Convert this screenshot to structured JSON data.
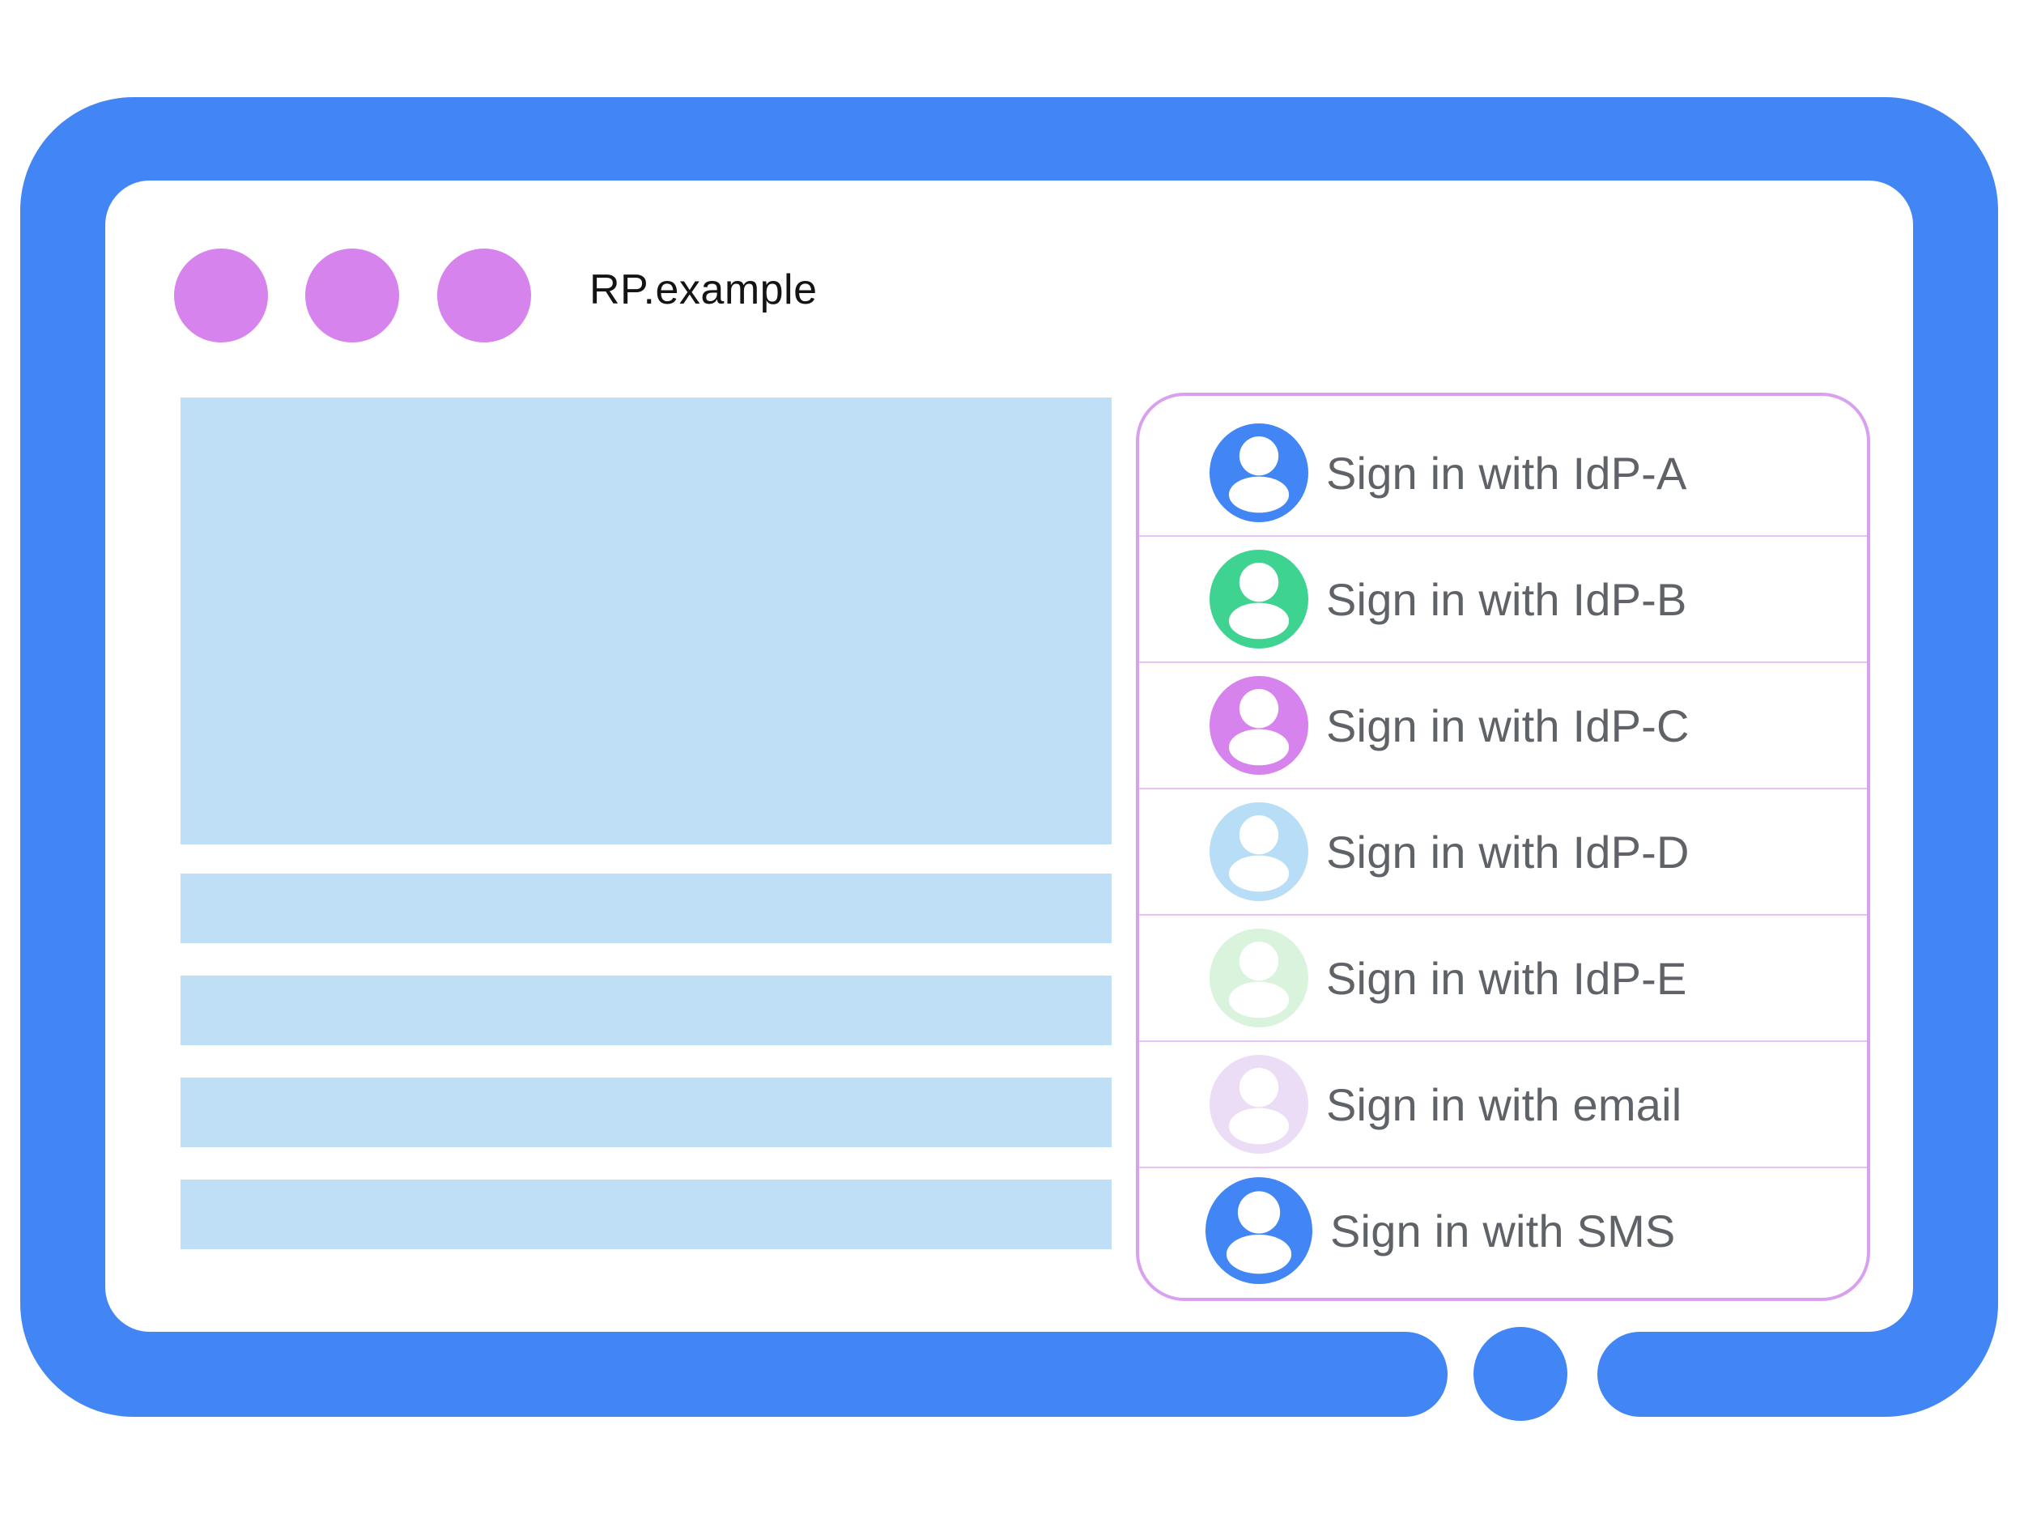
{
  "window": {
    "title": "RP.example",
    "dots": [
      {
        "name": "window-dot-1"
      },
      {
        "name": "window-dot-2"
      },
      {
        "name": "window-dot-3"
      }
    ]
  },
  "content": {
    "placeholders": [
      "hero-block",
      "text-line",
      "text-line",
      "text-line",
      "text-line"
    ]
  },
  "signin_panel": {
    "options": [
      {
        "label": "Sign in with IdP-A",
        "icon": "user-avatar-icon",
        "avatar_color": "#4285f4",
        "large": false
      },
      {
        "label": "Sign in with IdP-B",
        "icon": "user-avatar-icon",
        "avatar_color": "#3fd392",
        "large": false
      },
      {
        "label": "Sign in with IdP-C",
        "icon": "user-avatar-icon",
        "avatar_color": "#d783ee",
        "large": false
      },
      {
        "label": "Sign in with IdP-D",
        "icon": "user-avatar-icon",
        "avatar_color": "#b8ddf6",
        "large": false
      },
      {
        "label": "Sign in with IdP-E",
        "icon": "user-avatar-icon",
        "avatar_color": "#d9f3dd",
        "large": false
      },
      {
        "label": "Sign in with email",
        "icon": "user-avatar-icon",
        "avatar_color": "#ecddf6",
        "large": false
      },
      {
        "label": "Sign in with SMS",
        "icon": "user-avatar-icon",
        "avatar_color": "#4285f4",
        "large": true
      }
    ]
  },
  "colors": {
    "frame_blue": "#4285f4",
    "dot_orchid": "#d783ee",
    "placeholder_blue": "#bedff5",
    "panel_border": "#d9a0ef",
    "divider": "#e6c2f5",
    "label_gray": "#5f6368",
    "avatar_glyph_white": "#ffffff"
  }
}
